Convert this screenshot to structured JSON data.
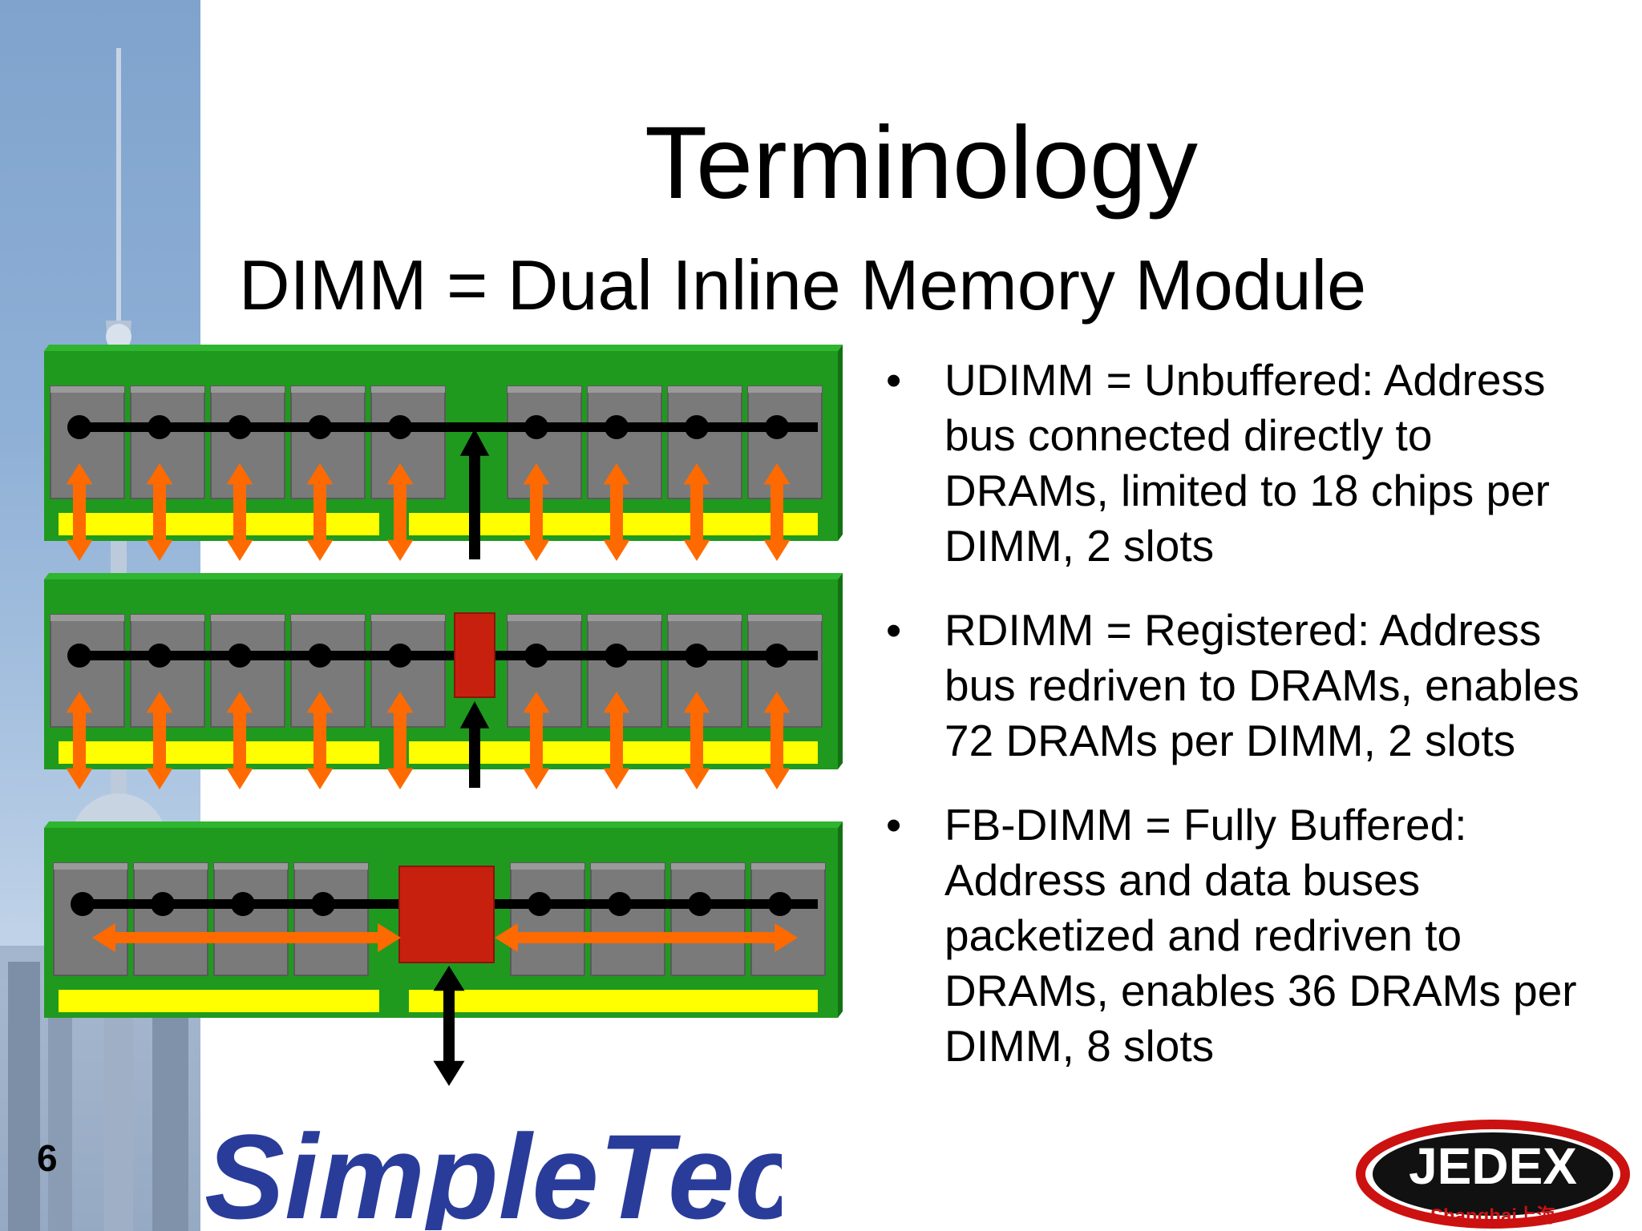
{
  "slide": {
    "title": "Terminology",
    "subtitle": "DIMM = Dual Inline Memory Module",
    "page_number": "6"
  },
  "bullets": [
    "UDIMM = Unbuffered: Address bus connected directly to DRAMs, limited to 18 chips per DIMM, 2 slots",
    "RDIMM = Registered: Address bus redriven to DRAMs, enables 72 DRAMs per DIMM, 2 slots",
    "FB-DIMM = Fully Buffered: Address and data buses packetized and redriven to DRAMs, enables 36 DRAMs per DIMM, 8 slots"
  ],
  "logos": {
    "left": "SimpleTech",
    "right_main": "JEDEX",
    "right_sub": "Shanghai上海"
  },
  "colors": {
    "pcb_green": "#1f9a1f",
    "chip_gray": "#7a7a7a",
    "contacts_yellow": "#ffff00",
    "arrow_orange": "#ff6a00",
    "buffer_red": "#c8200e",
    "logo_blue": "#2a3c9a",
    "logo_red": "#cc1111"
  }
}
